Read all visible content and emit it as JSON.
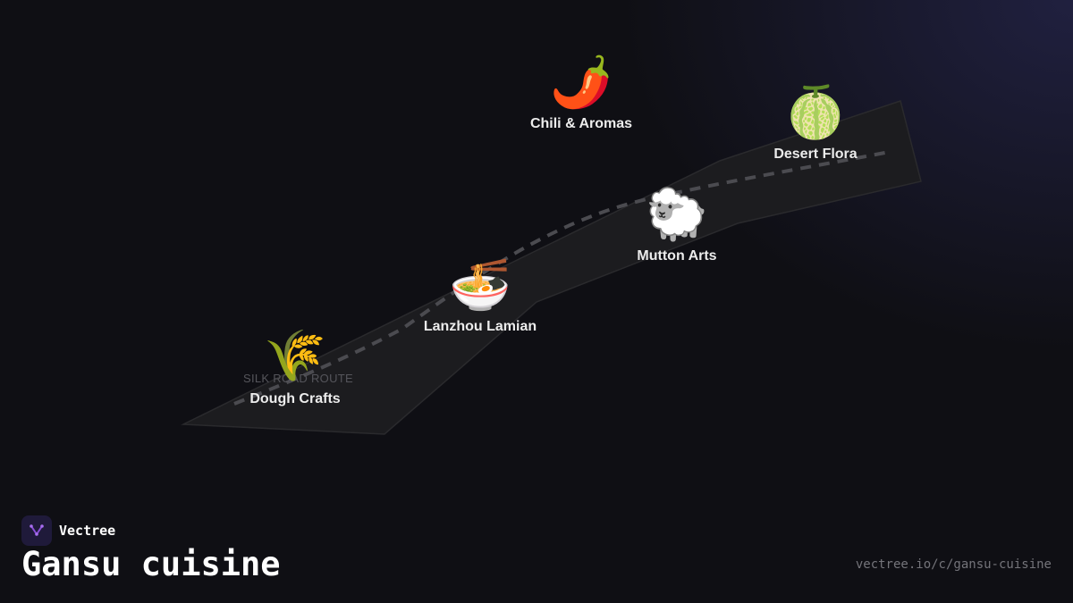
{
  "route": {
    "label": "SILK ROAD ROUTE"
  },
  "stops": [
    {
      "label": "Dough Crafts",
      "icon": "rice-sheaf-icon",
      "emoji": "🌾"
    },
    {
      "label": "Lanzhou Lamian",
      "icon": "noodle-bowl-icon",
      "emoji": "🍜"
    },
    {
      "label": "Chili & Aromas",
      "icon": "chili-pepper-icon",
      "emoji": "🌶️"
    },
    {
      "label": "Mutton Arts",
      "icon": "sheep-icon",
      "emoji": "🐑"
    },
    {
      "label": "Desert Flora",
      "icon": "melon-icon",
      "emoji": "🍈"
    }
  ],
  "brand": {
    "name": "Vectree",
    "icon": "vectree-logo-icon",
    "accent": "#8a4fd8"
  },
  "page": {
    "title": "Gansu cuisine",
    "url": "vectree.io/c/gansu-cuisine"
  },
  "colors": {
    "background": "#0f0f14",
    "region_fill": "#1c1c1f",
    "region_stroke": "#2a2a2d",
    "route_dash": "#4b4b50"
  }
}
